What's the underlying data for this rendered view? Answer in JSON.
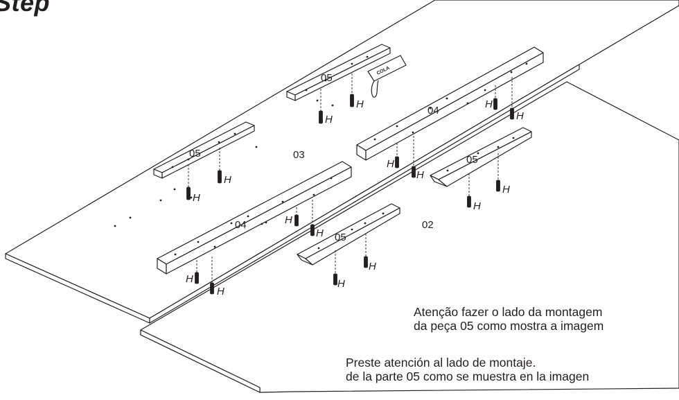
{
  "title": "Step",
  "labels": {
    "panel_03": "03",
    "panel_02": "02",
    "rail_04": "04",
    "block_05": "05",
    "dowel_h": "H",
    "glue": "COLA"
  },
  "notes": {
    "pt_line1": "Atenção fazer o lado da montagem",
    "pt_line2": "da peça 05 como mostra a imagem",
    "es_line1": "Preste atención al lado de montaje.",
    "es_line2": "de la parte 05 como se muestra en la imagen"
  }
}
